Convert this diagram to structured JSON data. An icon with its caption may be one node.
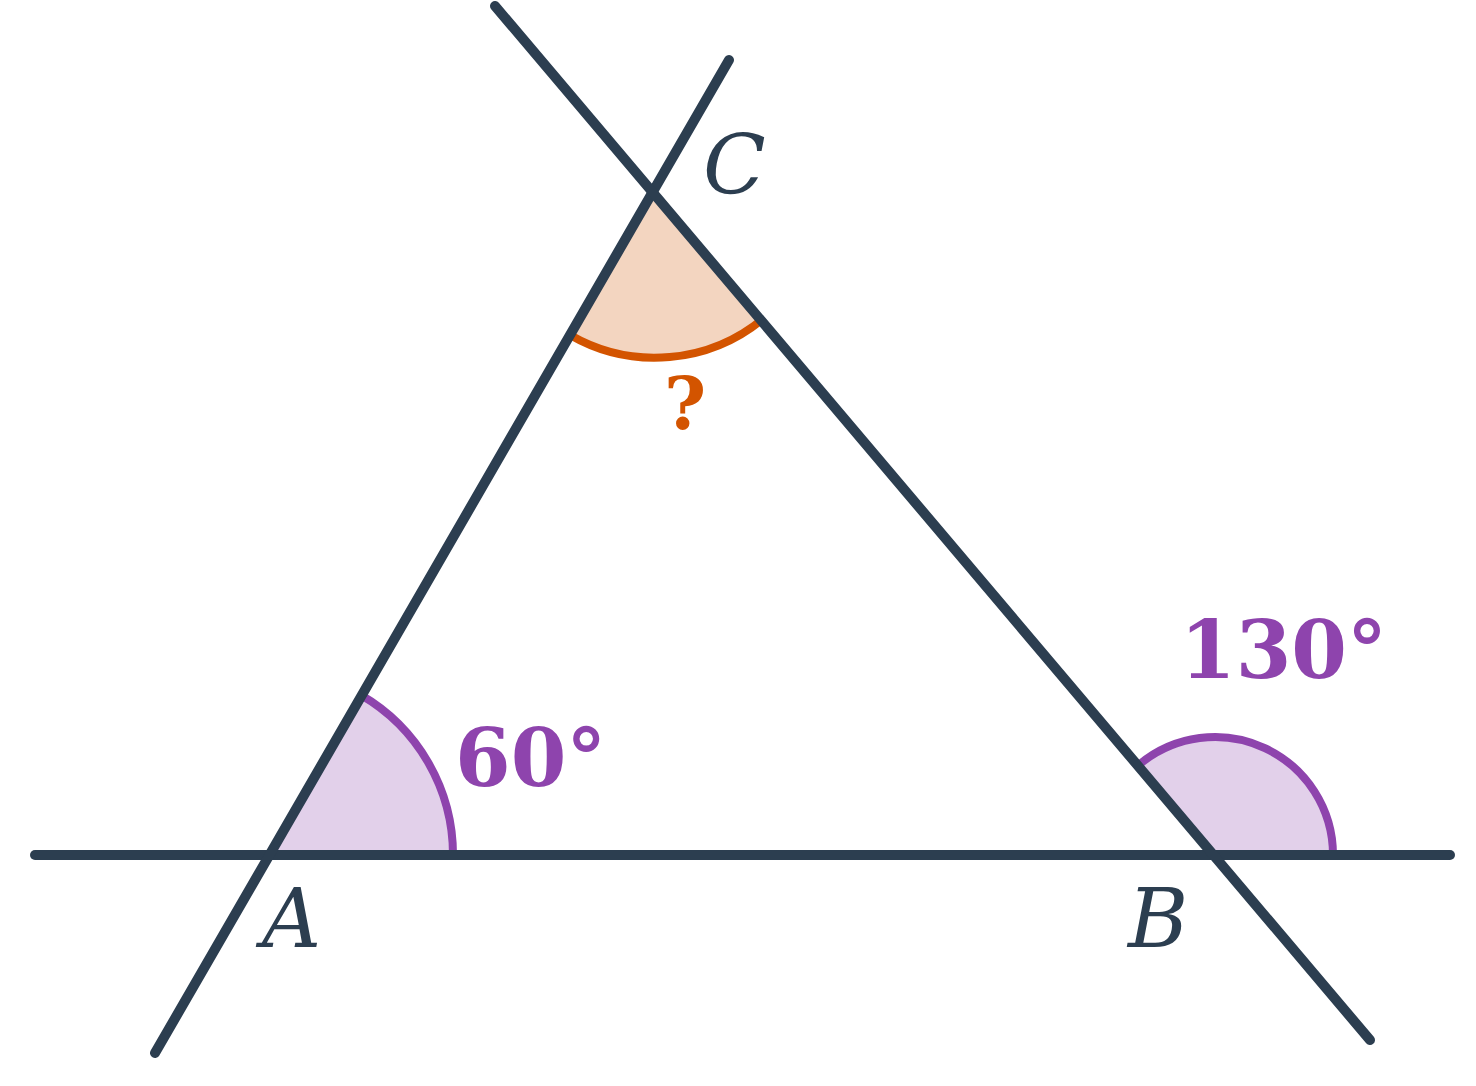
{
  "diagram": {
    "labels": [
      "C",
      "?",
      "130°",
      "60°",
      "A",
      "B"
    ]
  }
}
